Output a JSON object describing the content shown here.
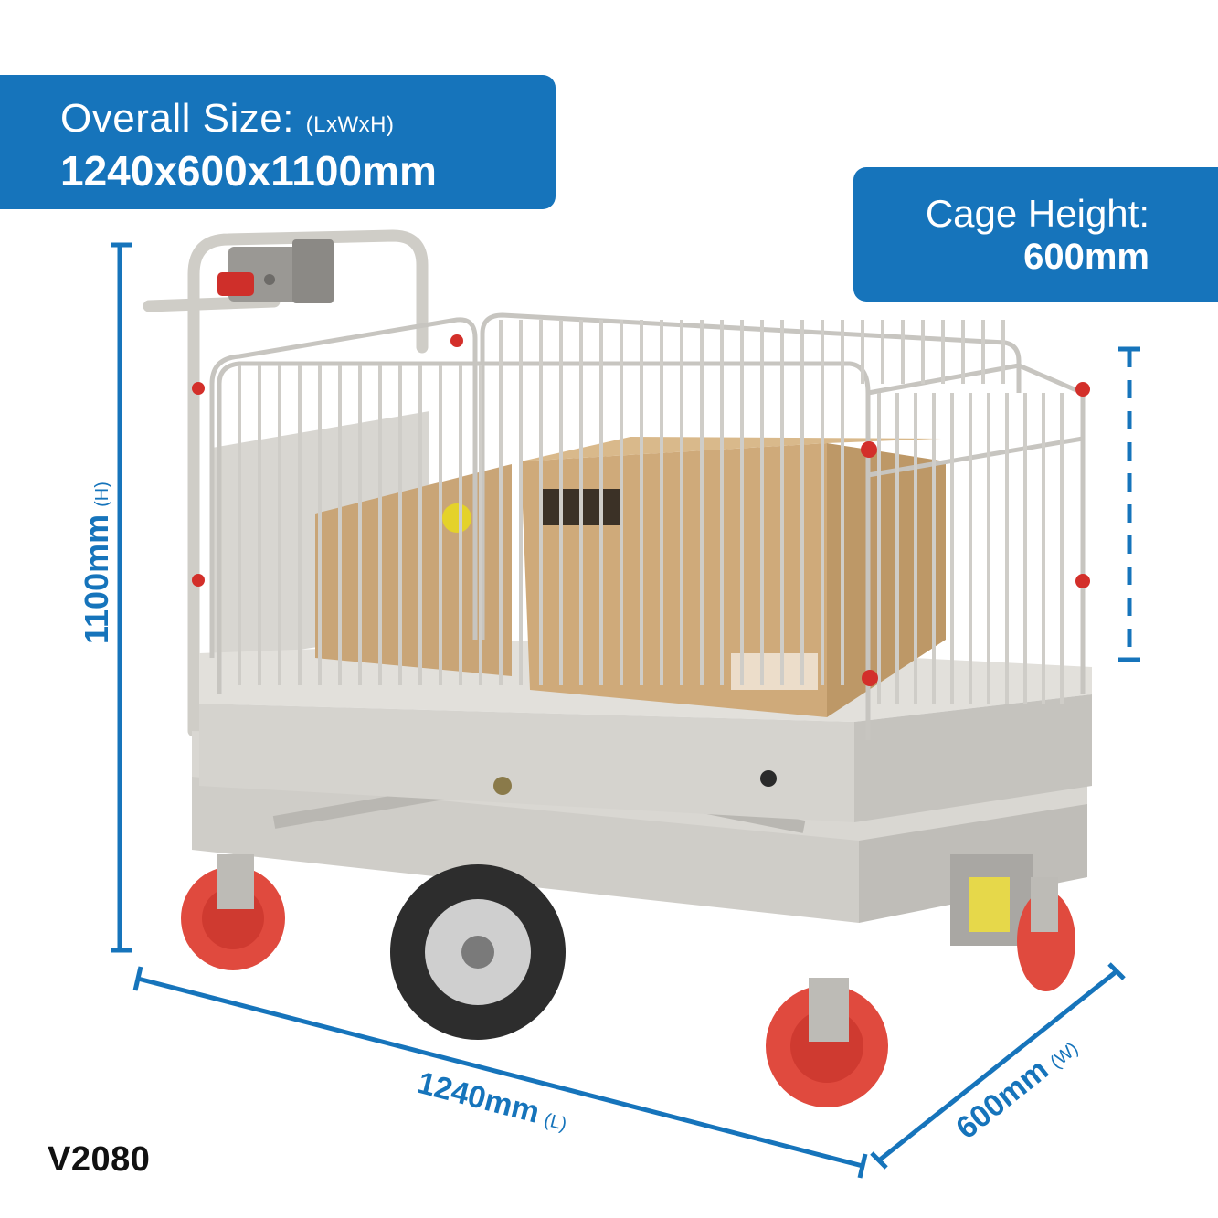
{
  "overall": {
    "label": "Overall Size:",
    "unit": "(LxWxH)",
    "value": "1240x600x1100mm"
  },
  "cage": {
    "label": "Cage Height:",
    "value": "600mm"
  },
  "dimensions": {
    "height": {
      "value": "1100mm",
      "axis": "(H)"
    },
    "length": {
      "value": "1240mm",
      "axis": "(L)"
    },
    "width": {
      "value": "600mm",
      "axis": "(W)"
    }
  },
  "product_code": "V2080",
  "colors": {
    "accent_blue": "#1674bb",
    "frame_grey": "#d9d7d2",
    "wheel_red": "#d8433a",
    "box_cardboard": "#c9a577"
  }
}
